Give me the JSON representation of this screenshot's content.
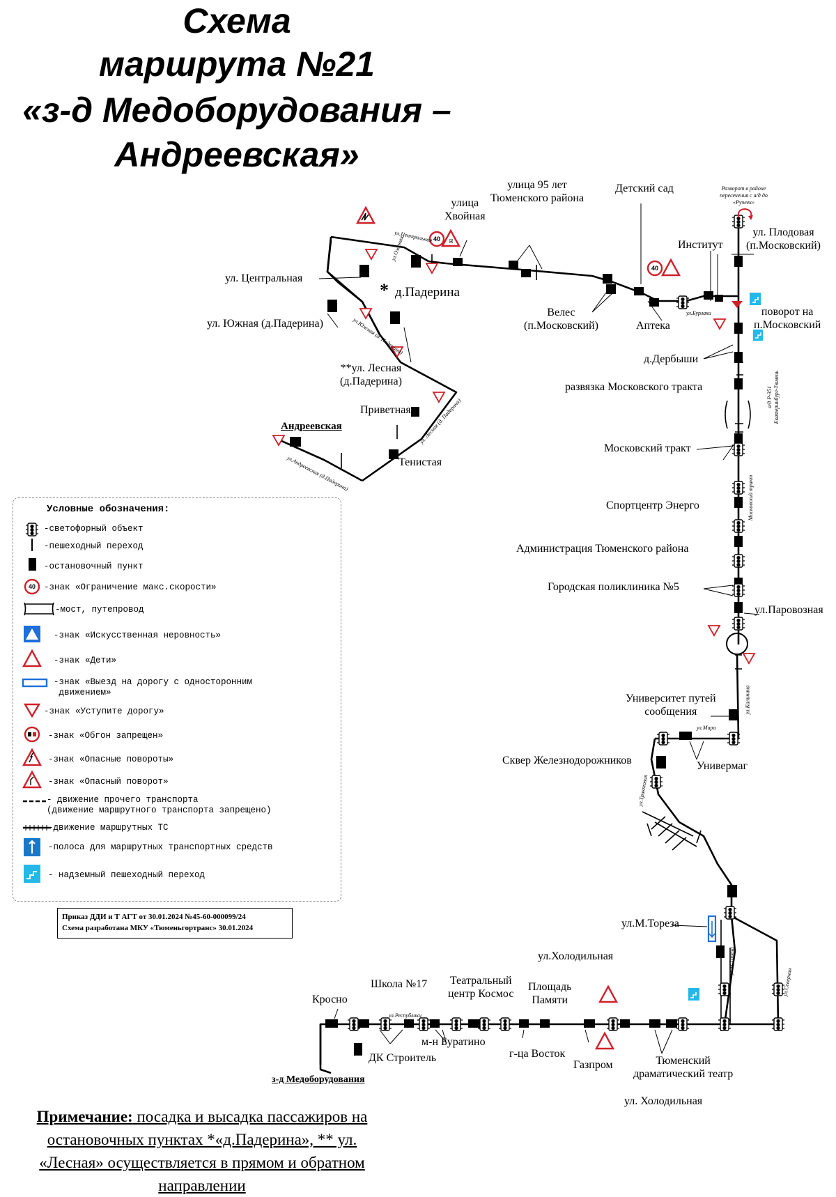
{
  "title": {
    "line1": "Схема",
    "line2": "маршрута №21",
    "line3": "«з-д Медоборудования –",
    "line4": "Андреевская»"
  },
  "stops": {
    "ul_tsentralnaya": "ул. Центральная",
    "d_paderina": "д.Падерина",
    "ul_yuzhnaya": "ул. Южная (д.Падерина)",
    "ul_lesnaya": "**ул. Лесная\n(д.Падерина)",
    "privetnaya": "Приветная",
    "andreevskaya": "Андреевская",
    "tenistaya": "Тенистая",
    "ulitsa_khvoynaya": "улица\nХвойная",
    "ulitsa_95_let": "улица 95 лет\nТюменского района",
    "detsky_sad": "Детский сад",
    "institut": "Институт",
    "veles": "Велес\n(п.Московский)",
    "apteka": "Аптека",
    "ul_plodovaya": "ул. Плодовая\n(п.Московский)",
    "povorot": "поворот на\nп.Московский",
    "d_derbyshi": "д.Дербыши",
    "razvyazka": "развязка Московского тракта",
    "moskovsky_trakt": "Московский тракт",
    "sportcentr": "Спортцентр Энерго",
    "administratsiya": "Администрация Тюменского района",
    "poliklinika": "Городская поликлиника №5",
    "ul_parovoznaya": "ул.Паровозная",
    "universitet": "Университет путей\nсообщения",
    "univermag": "Универмаг",
    "skver": "Сквер Железнодорожников",
    "ul_m_toreza": "ул.М.Тореза",
    "ul_kholodilnaya_top": "ул.Холодильная",
    "krosno": "Кросно",
    "shkola_17": "Школа №17",
    "teatralny": "Театральный\nцентр Космос",
    "ploshchad_pamyati": "Площадь\nПамяти",
    "mn_buratino": "м-н Буратино",
    "dk_stroitel": "ДК Строитель",
    "gts_vostok": "г-ца Восток",
    "gazprom": "Газпром",
    "dram_teatr": "Тюменский\nдраматический театр",
    "ul_kholodilnaya_bottom": "ул. Холодильная",
    "zd_medoborudovaniya": "з-д Медоборудования"
  },
  "streets": {
    "tsentralnaya": "ул.Центральная",
    "ozernaya": "ул.Озерная",
    "yuzhnaya": "ул.Южная (д. Падерина)",
    "lesnaya": "ул. Лесная (д. Падерина)",
    "andreevskaya": "ул.Андреевская (д.Падерина)",
    "burlaki": "ул.Бурлаки",
    "ad_r351": "а/д Р-351\nЕкатеринбург-Тюмень",
    "moskovsky_trakt": "Московский тракт",
    "kalinina": "ул.Калинина",
    "mira": "ул.Мира",
    "traktovaya": "ул.Трактовая",
    "m_toreza": "ул.М.Тореза",
    "severnaya": "ул.Северная",
    "respubliki": "ул.Республики"
  },
  "u_turn_note": "Разворот в районе\nпересечения с а/д до\n«Ручеек»",
  "speed_limit": "40",
  "legend": {
    "title": "Условные обозначения:",
    "items": [
      "-светофорный объект",
      "-пешеходный переход",
      "-остановочный пункт",
      "-знак «Ограничение макс.скорости»",
      "-мост, путепровод",
      "-знак «Искусственная неровность»",
      "-знак «Дети»",
      "-знак «Выезд на дорогу с односторонним\n движением»",
      "-знак «Уступите дорогу»",
      "-знак «Обгон запрещен»",
      "-знак «Опасные повороты»",
      "-знак «Опасный поворот»",
      "- движение прочего транспорта\n(движение маршрутного транспорта запрещено)",
      "-движение маршрутных ТС",
      "-полоса для маршрутных транспортных средств",
      "- надземный пешеходный переход"
    ]
  },
  "order": {
    "line1": "Приказ ДДИ и Т АГТ от 30.01.2024 №45-60-000099/24",
    "line2": "Схема разработана МКУ «Тюменьгортранс» 30.01.2024"
  },
  "note": {
    "bold": "Примечание:",
    "text": " посадка и высадка пассажиров на остановочных пунктах *«д.Падерина», ** ул. «Лесная» осуществляется в прямом и обратном направлении"
  },
  "colors": {
    "route": "#000000",
    "sign_red": "#d0202a",
    "sign_blue": "#1e6fd9",
    "lane_blue": "#1a78c8",
    "overpass_cyan": "#24b8e8"
  }
}
